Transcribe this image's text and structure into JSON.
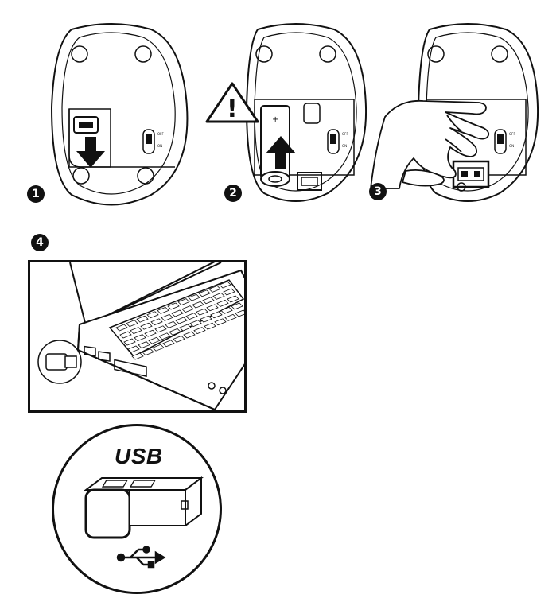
{
  "steps": [
    {
      "badge": "1"
    },
    {
      "badge": "2"
    },
    {
      "badge": "3"
    },
    {
      "badge": "4"
    }
  ],
  "switch": {
    "off_label": "OFF",
    "on_label": "ON"
  },
  "warning": {
    "symbol": "!"
  },
  "battery": {
    "polarity": "+"
  },
  "usb": {
    "title": "USB"
  },
  "icons": [
    "arrow-down-icon",
    "arrow-up-icon",
    "warning-triangle-icon",
    "usb-symbol-icon",
    "hand-icon",
    "laptop-icon",
    "receiver-icon"
  ]
}
